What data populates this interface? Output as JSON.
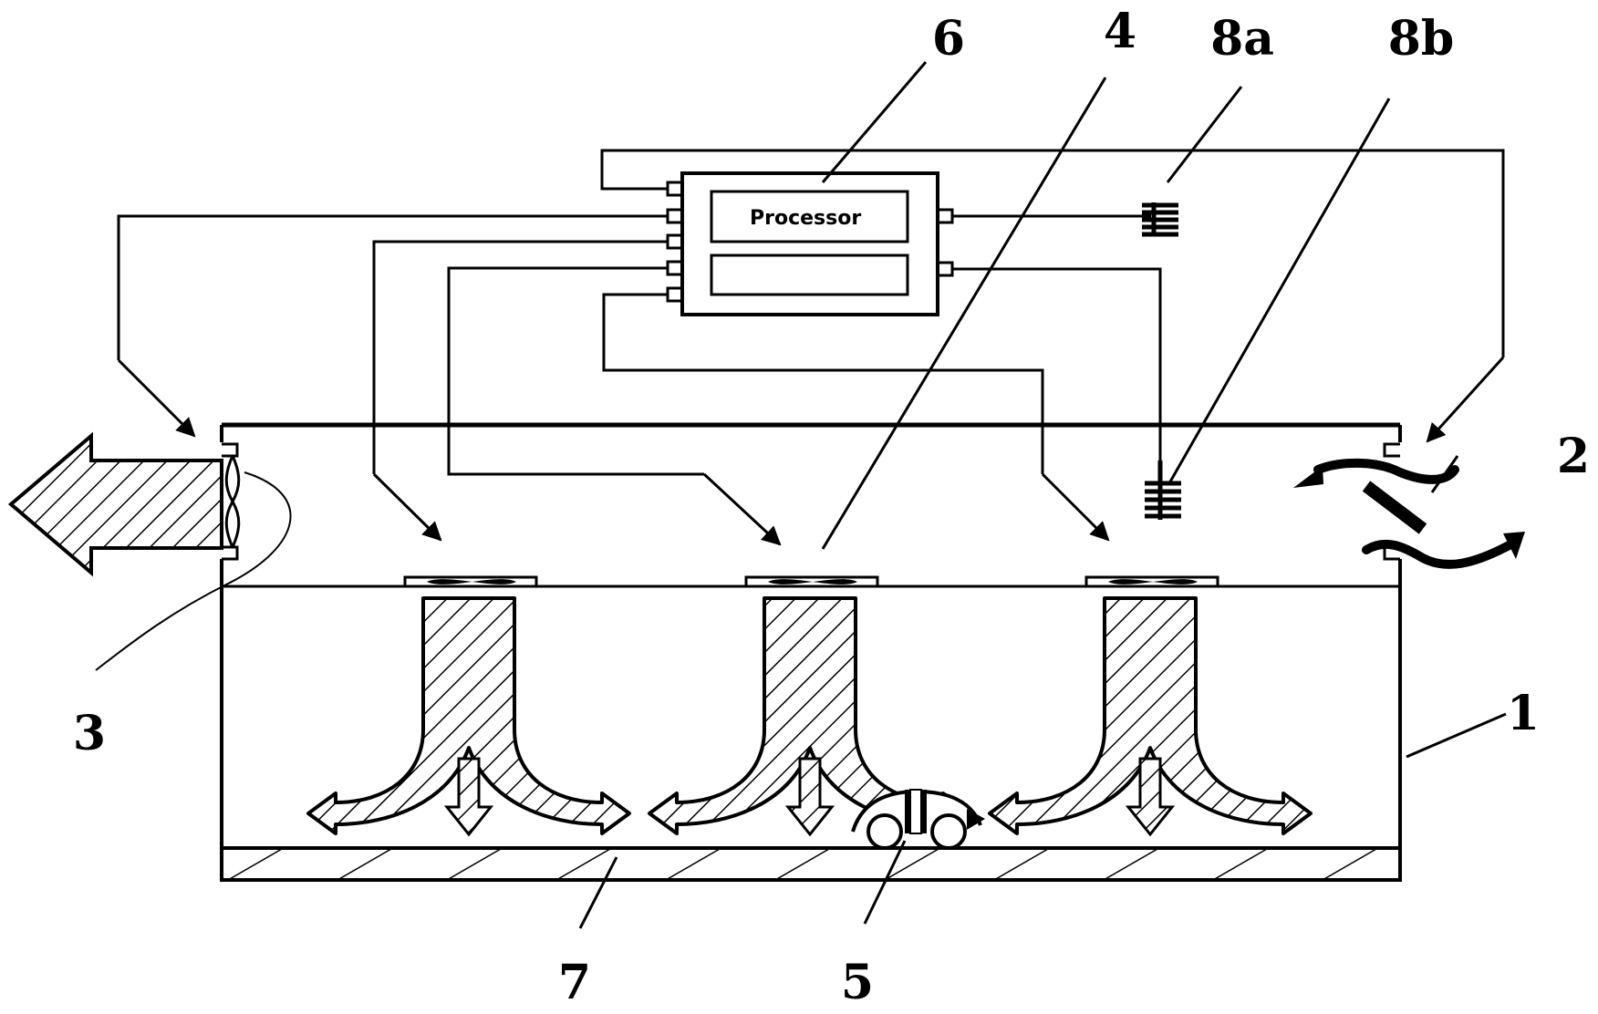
{
  "processor": {
    "label": "Processor"
  },
  "callouts": {
    "chamber": "1",
    "inlet": "2",
    "exhaust_fan": "3",
    "ceiling_fans": "4",
    "robot": "5",
    "controller": "6",
    "floor": "7",
    "sensor_a": "8a",
    "sensor_b": "8b"
  }
}
